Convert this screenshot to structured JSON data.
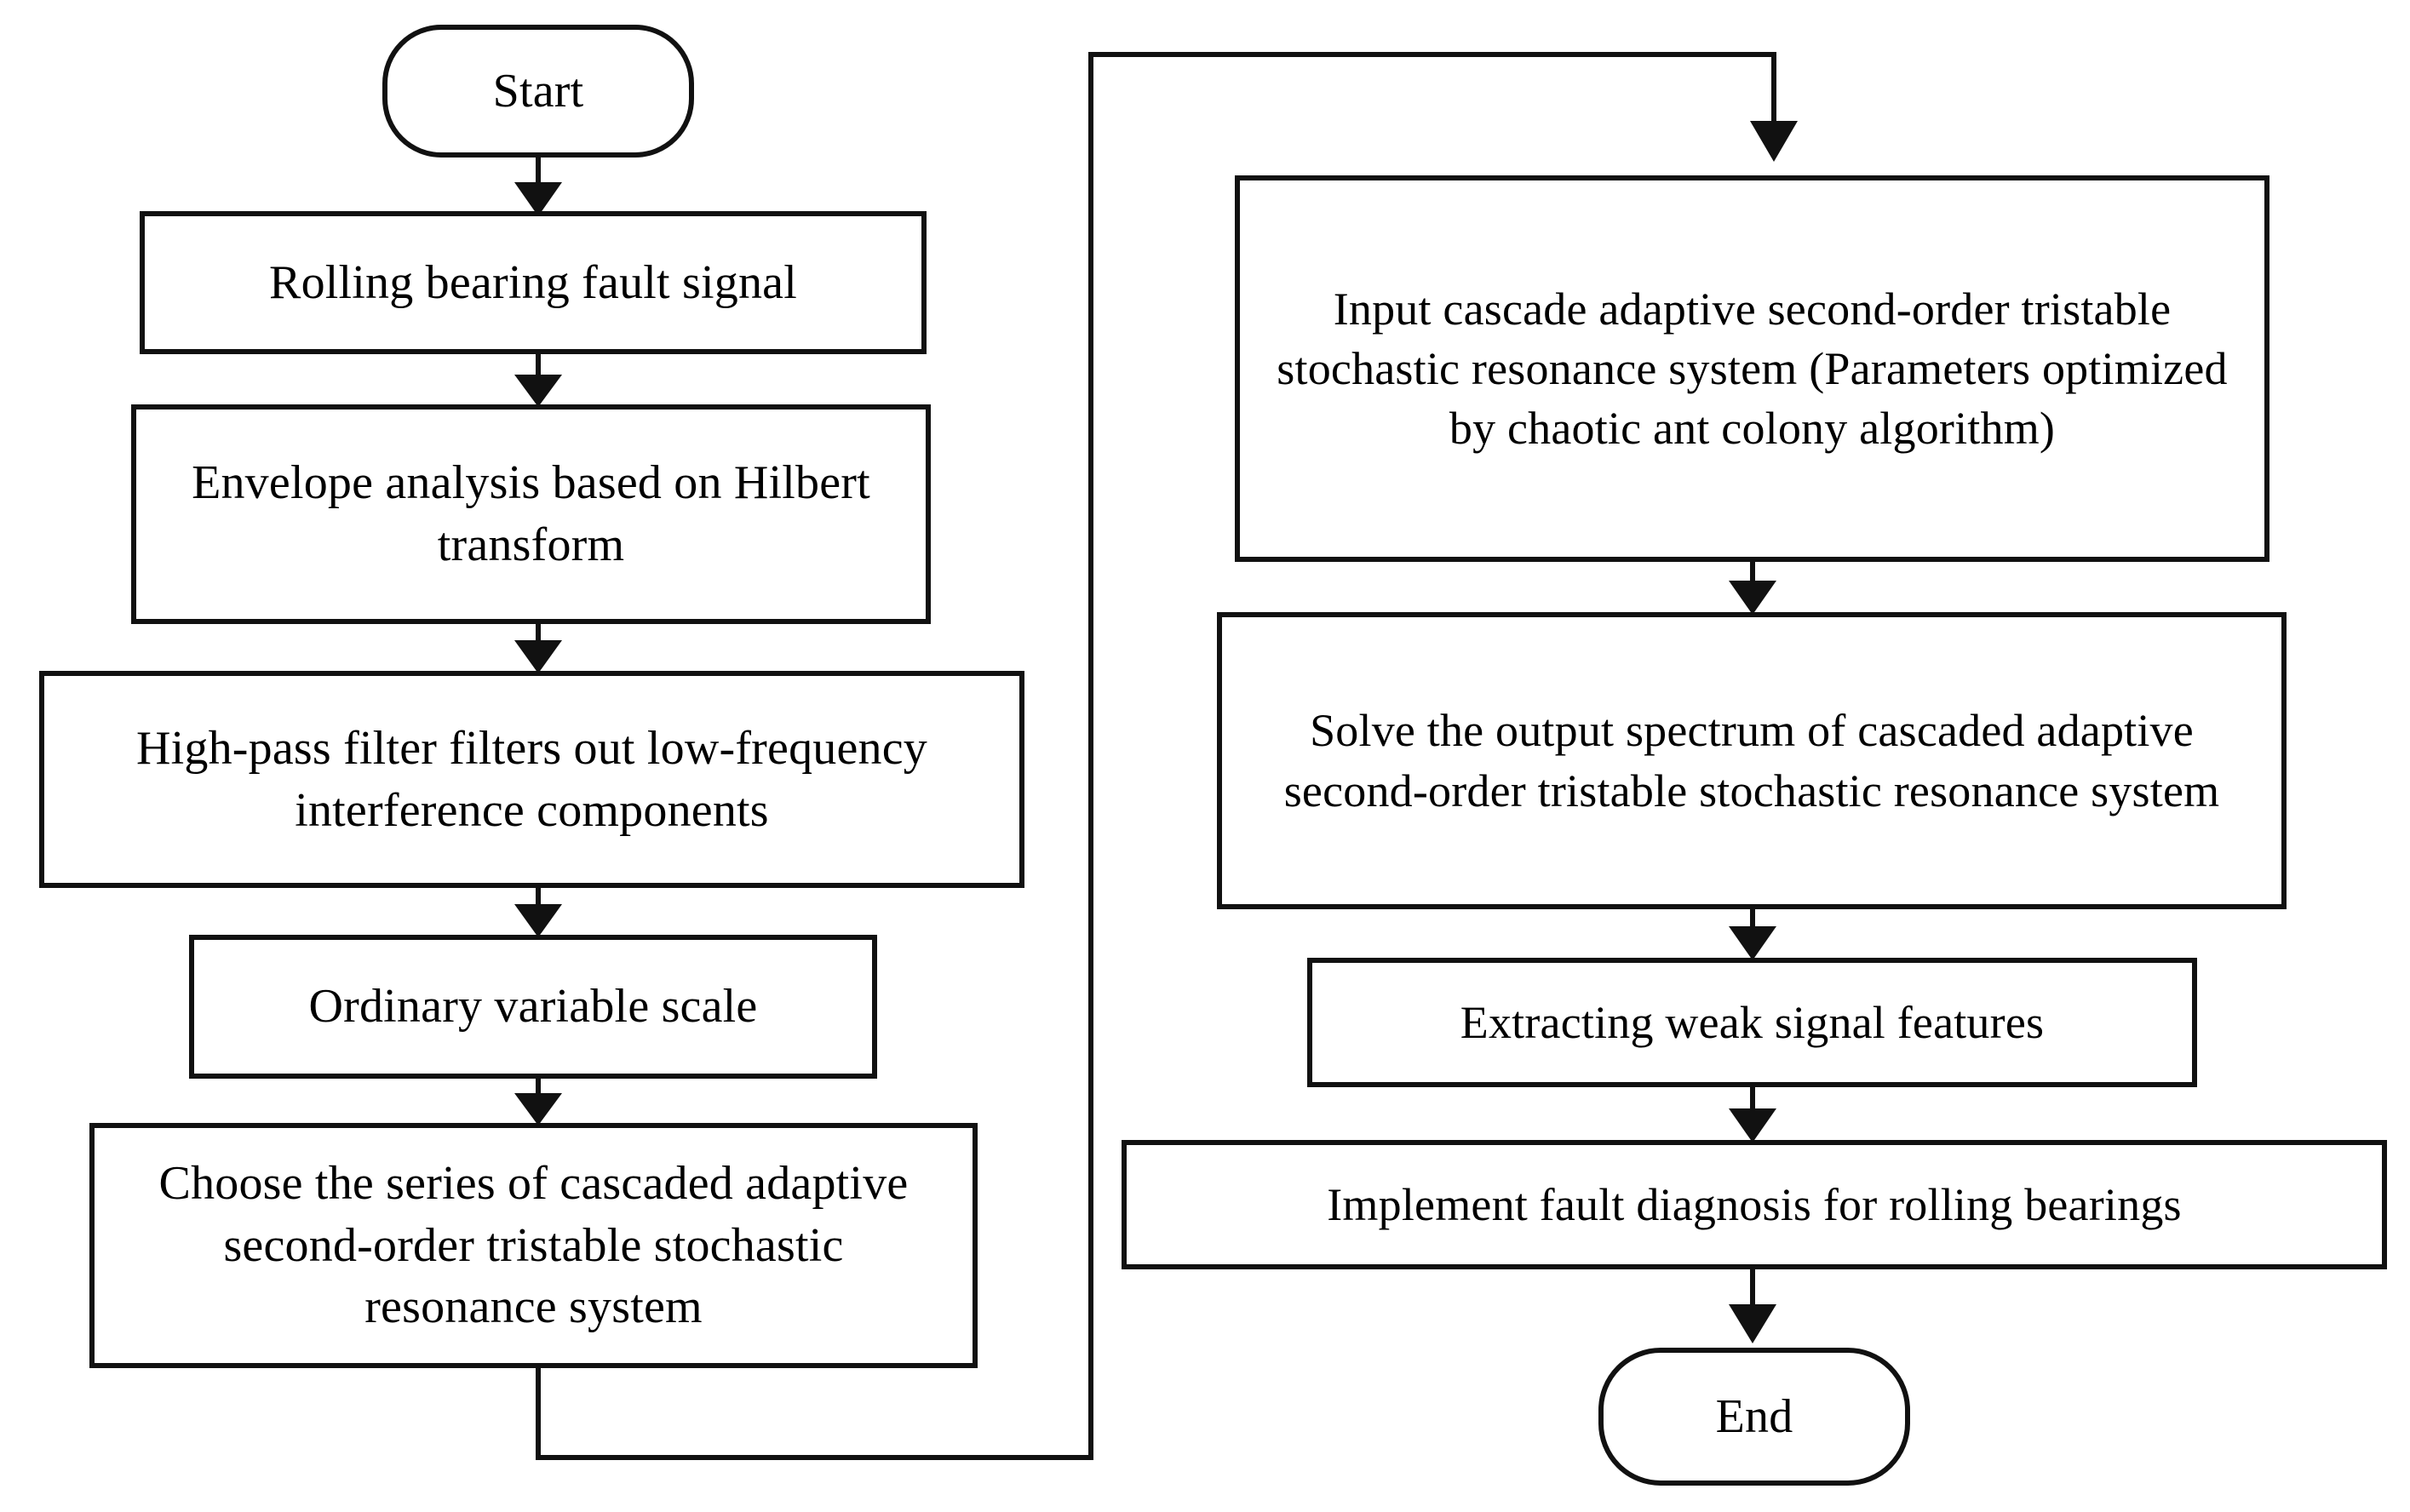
{
  "diagram": {
    "title": "Rolling bearing fault diagnosis flowchart",
    "type": "flowchart",
    "colors": {
      "background": "#ffffff",
      "stroke": "#111111",
      "text": "#000000"
    },
    "nodes": [
      {
        "id": "start",
        "shape": "terminator",
        "label": "Start"
      },
      {
        "id": "rolling-bearing-fault-signal",
        "shape": "process",
        "label": "Rolling bearing fault signal"
      },
      {
        "id": "envelope-analysis",
        "shape": "process",
        "label": "Envelope analysis based on Hilbert transform"
      },
      {
        "id": "high-pass-filter",
        "shape": "process",
        "label": "High-pass filter filters out low-frequency interference components"
      },
      {
        "id": "ordinary-variable-scale",
        "shape": "process",
        "label": "Ordinary variable scale"
      },
      {
        "id": "choose-series-cascaded",
        "shape": "process",
        "label": "Choose the series of cascaded adaptive second-order tristable stochastic resonance system"
      },
      {
        "id": "input-cascade-adaptive",
        "shape": "process",
        "label": "Input cascade adaptive second-order tristable stochastic resonance system (Parameters optimized by chaotic ant colony algorithm)"
      },
      {
        "id": "solve-output-spectrum",
        "shape": "process",
        "label": "Solve the output spectrum of cascaded adaptive second-order tristable stochastic resonance system"
      },
      {
        "id": "extracting-weak-signal-features",
        "shape": "process",
        "label": "Extracting weak signal features"
      },
      {
        "id": "implement-fault-diagnosis",
        "shape": "process",
        "label": "Implement fault diagnosis for rolling bearings"
      },
      {
        "id": "end",
        "shape": "terminator",
        "label": "End"
      }
    ],
    "edges": [
      {
        "from": "start",
        "to": "rolling-bearing-fault-signal",
        "kind": "arrow-down"
      },
      {
        "from": "rolling-bearing-fault-signal",
        "to": "envelope-analysis",
        "kind": "arrow-down"
      },
      {
        "from": "envelope-analysis",
        "to": "high-pass-filter",
        "kind": "arrow-down"
      },
      {
        "from": "high-pass-filter",
        "to": "ordinary-variable-scale",
        "kind": "arrow-down"
      },
      {
        "from": "ordinary-variable-scale",
        "to": "choose-series-cascaded",
        "kind": "arrow-down"
      },
      {
        "from": "choose-series-cascaded",
        "to": "input-cascade-adaptive",
        "kind": "routed-loop"
      },
      {
        "from": "input-cascade-adaptive",
        "to": "solve-output-spectrum",
        "kind": "arrow-down"
      },
      {
        "from": "solve-output-spectrum",
        "to": "extracting-weak-signal-features",
        "kind": "arrow-down"
      },
      {
        "from": "extracting-weak-signal-features",
        "to": "implement-fault-diagnosis",
        "kind": "arrow-down"
      },
      {
        "from": "implement-fault-diagnosis",
        "to": "end",
        "kind": "arrow-down"
      }
    ]
  }
}
